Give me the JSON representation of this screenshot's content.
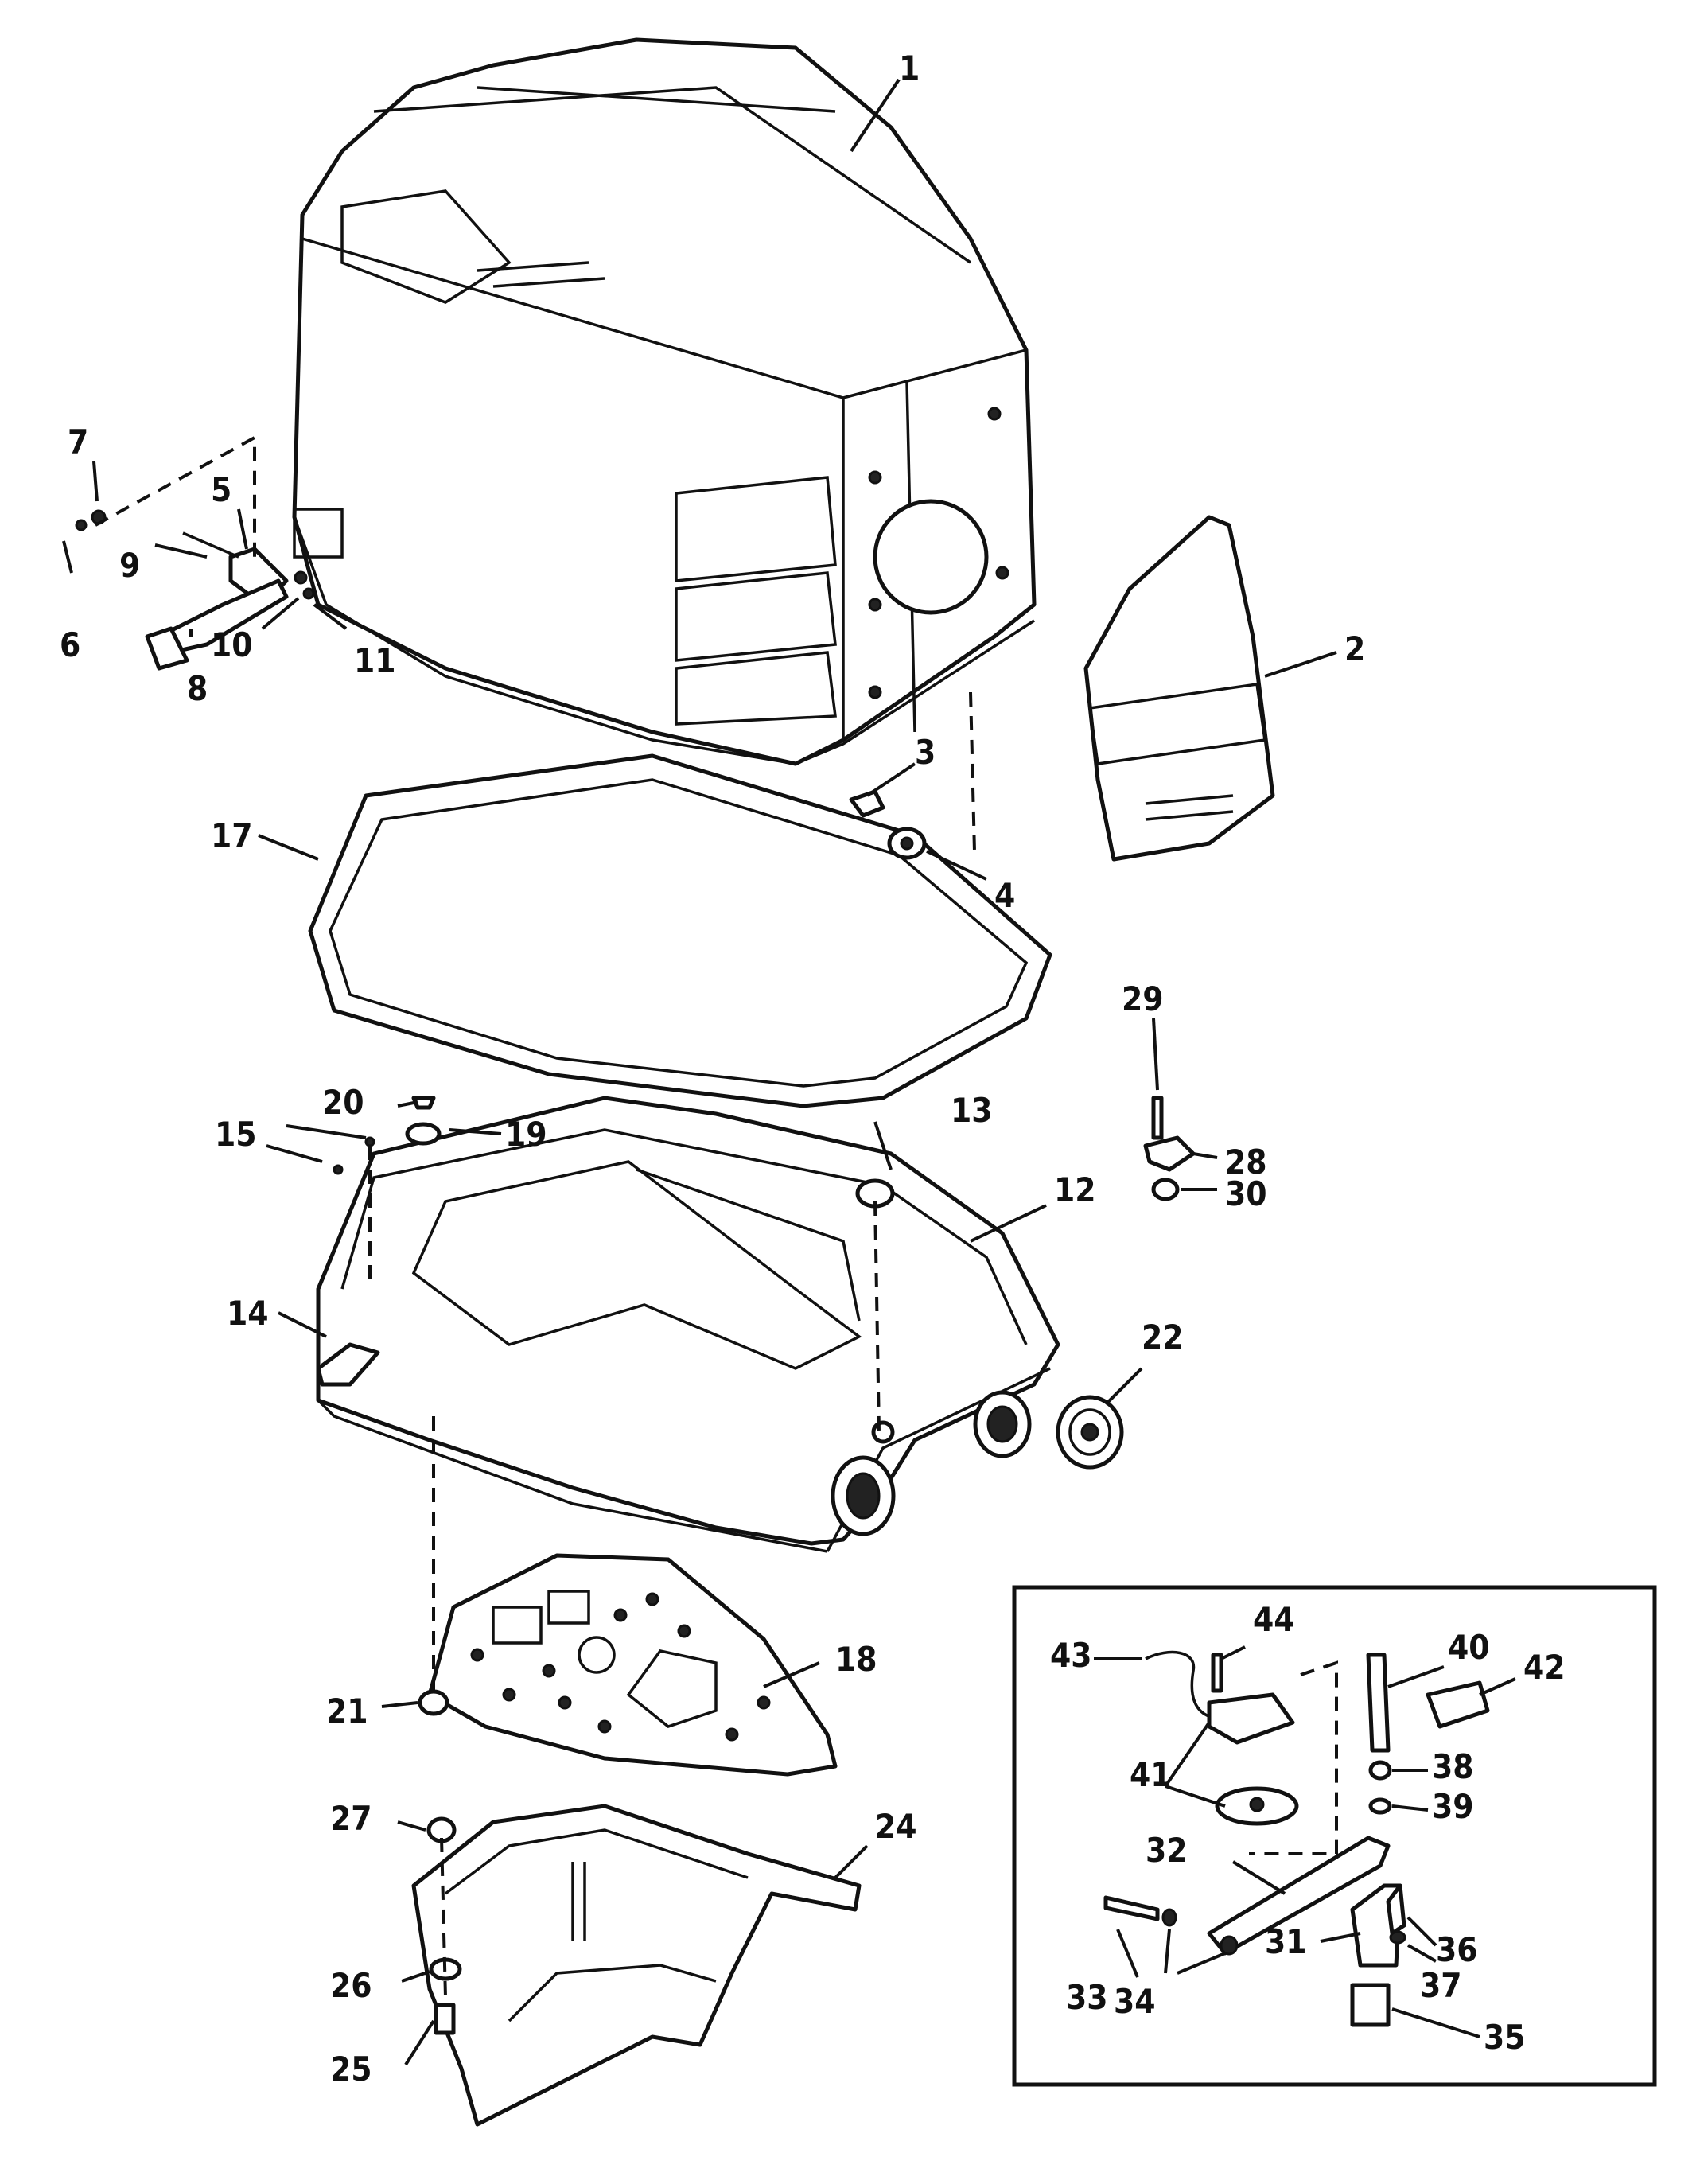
{
  "callouts": {
    "c1": "1",
    "c2": "2",
    "c3": "3",
    "c4": "4",
    "c5": "5",
    "c6": "6",
    "c7": "7",
    "c8": "8",
    "c9": "9",
    "c10": "10",
    "c11": "11",
    "c12": "12",
    "c13": "13",
    "c14": "14",
    "c15": "15",
    "c17": "17",
    "c18": "18",
    "c19": "19",
    "c20": "20",
    "c21": "21",
    "c22": "22",
    "c24": "24",
    "c25": "25",
    "c26": "26",
    "c27": "27",
    "c28": "28",
    "c29": "29",
    "c30": "30",
    "c31": "31",
    "c32": "32",
    "c33": "33",
    "c34": "34",
    "c35": "35",
    "c36": "36",
    "c37": "37",
    "c38": "38",
    "c39": "39",
    "c40": "40",
    "c41": "41",
    "c42": "42",
    "c43": "43",
    "c44": "44"
  }
}
